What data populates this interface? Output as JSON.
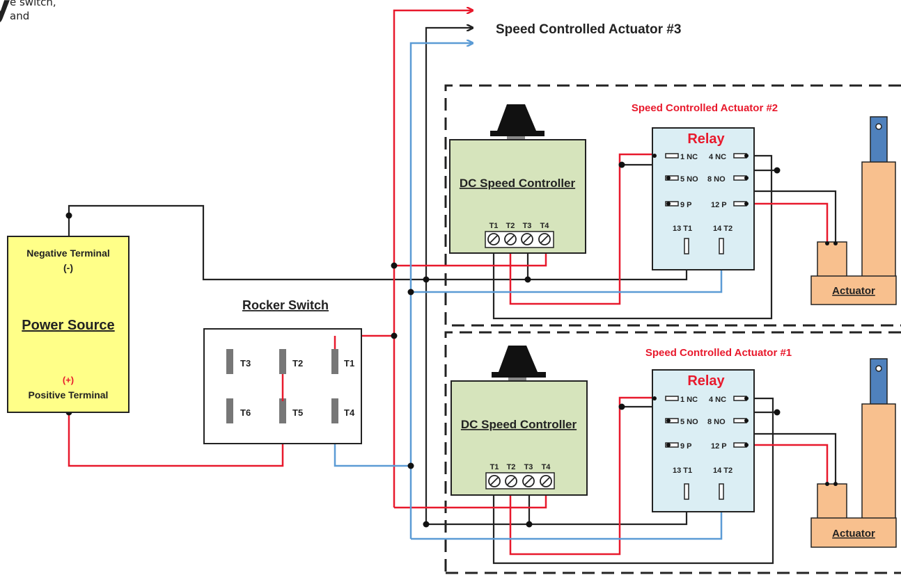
{
  "crop_fragment": {
    "big_letter": "y",
    "line1": "e switch,",
    "line2": "and"
  },
  "actuator3": {
    "title": "Speed Controlled Actuator #3"
  },
  "power": {
    "negative_label": "Negative Terminal",
    "negative_sign": "(-)",
    "title": "Power Source",
    "positive_sign": "(+)",
    "positive_label": "Positive Terminal"
  },
  "rocker": {
    "title": "Rocker Switch",
    "terminals": [
      "T3",
      "T2",
      "T1",
      "T6",
      "T5",
      "T4"
    ]
  },
  "modules": [
    {
      "title": "Speed Controlled Actuator #2",
      "controller_title": "DC Speed Controller",
      "controller_terminals": [
        "T1",
        "T2",
        "T3",
        "T4"
      ],
      "relay_title": "Relay",
      "relay_pins": [
        "1 NC",
        "4 NC",
        "5 NO",
        "8 NO",
        "9 P",
        "12 P",
        "13 T1",
        "14 T2"
      ],
      "actuator_label": "Actuator"
    },
    {
      "title": "Speed Controlled Actuator #1",
      "controller_title": "DC Speed Controller",
      "controller_terminals": [
        "T1",
        "T2",
        "T3",
        "T4"
      ],
      "relay_title": "Relay",
      "relay_pins": [
        "1 NC",
        "4 NC",
        "5 NO",
        "8 NO",
        "9 P",
        "12 P",
        "13 T1",
        "14 T2"
      ],
      "actuator_label": "Actuator"
    }
  ],
  "colors": {
    "positive_wire": "#e8192c",
    "negative_wire": "#222222",
    "switched_wire": "#5b9bd5",
    "power_fill": "#ffff88",
    "controller_fill": "#d6e4bc",
    "relay_fill": "#dbeef4",
    "actuator_fill": "#f8c08e",
    "actuator_rod": "#4f81bd",
    "module_title": "#e8192c"
  }
}
